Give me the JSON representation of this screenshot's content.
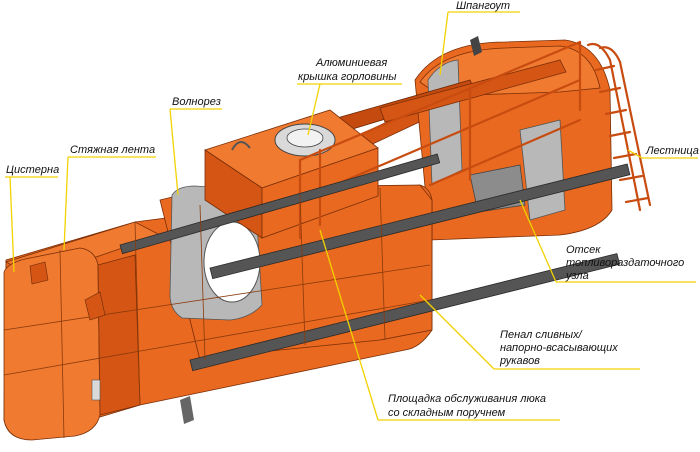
{
  "labels": {
    "shpangout": "Шпангоут",
    "lid_line1": "Алюминиевая",
    "lid_line2": "крышка горловины",
    "volnorez": "Волнорез",
    "styazhnaya": "Стяжная лента",
    "cisterna": "Цистерна",
    "lestnica": "Лестница",
    "otsek_line1": "Отсек",
    "otsek_line2": "топливораздаточного",
    "otsek_line3": "узла",
    "penal_line1": "Пенал сливных/",
    "penal_line2": "напорно-всасывающих",
    "penal_line3": "рукавов",
    "ploshadka_line1": "Площадка обслуживания люка",
    "ploshadka_line2": "со складным поручнем"
  },
  "colors": {
    "tank_orange": "#e8691f",
    "tank_dark": "#c44a10",
    "bulkhead_grey": "#b8b8b8",
    "leader_yellow": "#f2d200"
  }
}
